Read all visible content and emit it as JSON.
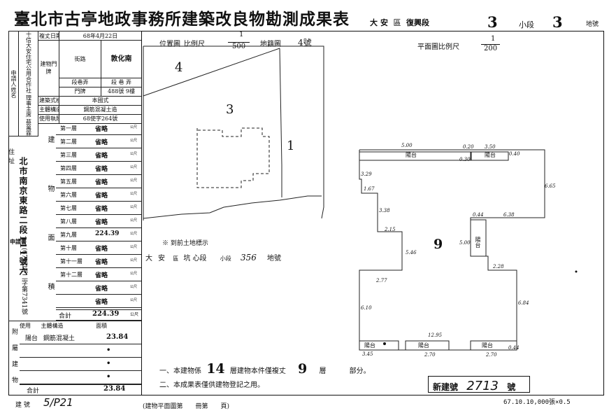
{
  "header": {
    "title": "臺北市古亭地政事務所建築改良物勘測成果表",
    "district": "大安",
    "district_unit": "區",
    "section_label": "復興段",
    "section_no": "3",
    "subsection_label": "小段",
    "subsection_no": "3",
    "lot_label": "地號"
  },
  "left_panel": {
    "applicant_label": "申請人姓名",
    "applicant_name": "十信大安住宅公用合作社 理事主席 蔡萬霖",
    "address_label": "住址",
    "applicant_address": "北市南京東路二段111號六",
    "proxy_label": "申請書",
    "proxy_text": "(67)古地二字第7341號",
    "date_label": "複丈日期",
    "date_value": "68年4月22日",
    "street_label": "街路",
    "street_value": "敦化南",
    "lane_label": "段巷弄",
    "lane_value": "段 巷 弄",
    "door_label": "門牌",
    "door_value": "488號 9樓",
    "building_addr_label": "建物門牌",
    "style_label": "建築式樣",
    "style_value": "本國式",
    "structure_label": "主體構造",
    "structure_value": "鋼筋混凝土造",
    "license_label": "使用執照",
    "license_value": "68使字264號",
    "floors_label": "建物面積",
    "floors": [
      {
        "name": "第一層",
        "value": "省略"
      },
      {
        "name": "第二層",
        "value": "省略"
      },
      {
        "name": "第三層",
        "value": "省略"
      },
      {
        "name": "第四層",
        "value": "省略"
      },
      {
        "name": "第五層",
        "value": "省略"
      },
      {
        "name": "第六層",
        "value": "省略"
      },
      {
        "name": "第七層",
        "value": "省略"
      },
      {
        "name": "第八層",
        "value": "省略"
      },
      {
        "name": "第九層",
        "value": "224.39"
      },
      {
        "name": "第十層",
        "value": "省略"
      },
      {
        "name": "第十一層",
        "value": "省略"
      },
      {
        "name": "第十二層",
        "value": "省略"
      },
      {
        "name": "",
        "value": "省略"
      },
      {
        "name": "",
        "value": "省略"
      }
    ],
    "unit": "公尺",
    "total_label": "合計",
    "total_value": "224.39",
    "annex_label": "附屬建物",
    "annex_header_use": "使用",
    "annex_header_struct": "主體構造",
    "annex_header_area": "面積",
    "annex_rows": [
      {
        "use": "陽台",
        "struct": "鋼筋混凝土",
        "area": "23.84"
      },
      {
        "use": "",
        "struct": "",
        "area": "•"
      },
      {
        "use": "",
        "struct": "",
        "area": "•"
      },
      {
        "use": "",
        "struct": "",
        "area": "•"
      }
    ],
    "annex_total_label": "合計",
    "annex_total_value": "23.84"
  },
  "location_map": {
    "label": "位置圖",
    "scale_label": "比例尺",
    "scale_num": "1",
    "scale_den": "500",
    "sheet_label": "地籍圖",
    "sheet_no": "4號",
    "parcels": [
      "4",
      "3",
      "1"
    ]
  },
  "plan": {
    "scale_label": "平面圖比例尺",
    "scale_num": "1",
    "scale_den": "200",
    "unit_no": "9",
    "balconies": [
      "陽台",
      "陽台",
      "陽台",
      "陽台",
      "陽台",
      "陽台"
    ],
    "dims": [
      "5.00",
      "0.30",
      "0.20",
      "3.50",
      "0.40",
      "3.29",
      "6.65",
      "1.67",
      "3.38",
      "0.44",
      "6.38",
      "2.15",
      "5.46",
      "5.00",
      "2.28",
      "2.77",
      "6.84",
      "6.10",
      "12.95",
      "3.45",
      "2.70",
      "2.70",
      "0.44"
    ]
  },
  "prior_lot": {
    "label": "※ 到前土地標示",
    "district": "大安",
    "district_unit": "區",
    "section": "坑 心段",
    "sub_label": "小段",
    "lot_no": "356",
    "lot_label": "地號"
  },
  "notes": {
    "line1_a": "一、本建物係",
    "floors_total": "14",
    "line1_b": "層建物本件僅複丈",
    "floor_surveyed": "9",
    "line1_c": "層",
    "line1_d": "部分。",
    "line2": "二、本成果表僅供建物登記之用。"
  },
  "new_building": {
    "label": "新建號",
    "number": "2713",
    "suffix": "號"
  },
  "footer": {
    "build_no_label": "建 號",
    "build_no_value": "5/P21",
    "page_ref": "(建物平面圖第　　冊第　　頁)",
    "print_info": "67.10.10,000張×0.5"
  }
}
